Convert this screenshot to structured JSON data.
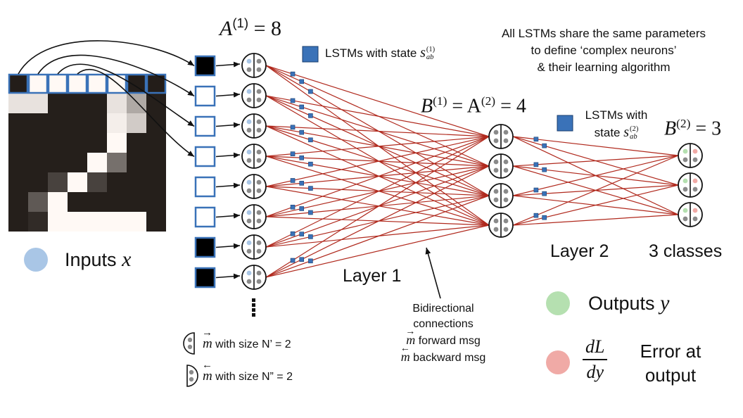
{
  "header": {
    "a1_label": "A",
    "a1_sup": "(1)",
    "a1_eq": " = 8",
    "b1_label": "B",
    "b1_sup": "(1)",
    "b1_eq_a2": " = A",
    "b1_a2_sup": "(2)",
    "b1_eq": " = 4",
    "b2_label": "B",
    "b2_sup": "(2)",
    "b2_eq": " = 3"
  },
  "notes": {
    "shared_line1": "All LSTMs share the same parameters",
    "shared_line2": "to define ‘complex neurons’",
    "shared_line3": "& their learning algorithm",
    "lstm1_text": "LSTMs with state ",
    "lstm1_sym": "s",
    "lstm1_sup": "(1)",
    "lstm1_sub": "ab",
    "lstm2_line1": "LSTMs with",
    "lstm2_line2": "state ",
    "lstm2_sym": "s",
    "lstm2_sup": "(2)",
    "lstm2_sub": "ab"
  },
  "layers": {
    "layer1": "Layer 1",
    "layer2": "Layer 2",
    "classes": "3 classes"
  },
  "legend": {
    "inputs_label": "Inputs ",
    "inputs_sym": "x",
    "outputs_label": "Outputs ",
    "outputs_sym": "y",
    "error_num": "dL",
    "error_den": "dy",
    "error_line1": "Error at",
    "error_line2": "output",
    "fwd_size_sym": "m",
    "fwd_size_text": " with size N’ = 2",
    "bwd_size_sym": "m",
    "bwd_size_text": " with size N” = 2"
  },
  "connections": {
    "line1": "Bidirectional",
    "line2": "connections",
    "fwd_sym": "m",
    "fwd_text": " forward msg",
    "bwd_sym": "m",
    "bwd_text": " backward msg"
  },
  "colors": {
    "input_dot": "#a9c6e6",
    "output_dot": "#b5e0b0",
    "error_dot": "#f0aaa6",
    "lstm_square": "#3a72b8",
    "edge": "#b0291d",
    "box_border": "#3a72b8",
    "neuron_dot": "#8a8a8a"
  },
  "image_grid": {
    "rows": 8,
    "cols": 8,
    "highlight_row": 0,
    "values": [
      [
        0.04,
        1.0,
        1.0,
        1.0,
        1.0,
        1.0,
        0.04,
        0.04
      ],
      [
        0.9,
        0.9,
        0.05,
        0.05,
        0.05,
        0.9,
        0.65,
        0.05
      ],
      [
        0.05,
        0.05,
        0.05,
        0.05,
        0.05,
        0.95,
        0.8,
        0.05
      ],
      [
        0.05,
        0.05,
        0.05,
        0.05,
        0.05,
        1.0,
        0.05,
        0.05
      ],
      [
        0.05,
        0.05,
        0.05,
        0.05,
        1.0,
        0.4,
        0.05,
        0.05
      ],
      [
        0.05,
        0.05,
        0.2,
        1.0,
        0.2,
        0.05,
        0.05,
        0.05
      ],
      [
        0.05,
        0.3,
        1.0,
        0.05,
        0.05,
        0.05,
        0.05,
        0.05
      ],
      [
        0.05,
        0.1,
        1.0,
        1.0,
        1.0,
        1.0,
        1.0,
        0.05
      ]
    ]
  },
  "input_cells": [
    1,
    0,
    0,
    0,
    0,
    0,
    1,
    1
  ],
  "network": {
    "layer1_neurons": 8,
    "layer2_neurons": 4,
    "output_neurons": 3
  }
}
